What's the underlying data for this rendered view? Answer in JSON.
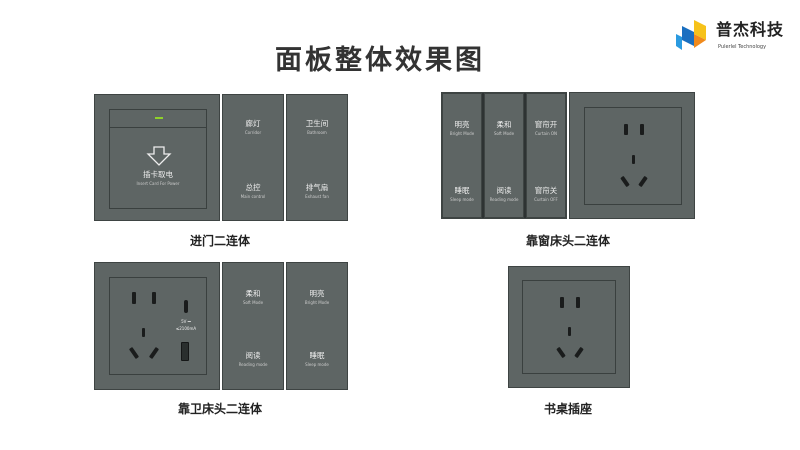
{
  "title": "面板整体效果图",
  "logo": {
    "name": "普杰科技",
    "subtitle": "Pulerlel Technology"
  },
  "panels": {
    "entry": {
      "caption": "进门二连体",
      "card": {
        "cn": "插卡取电",
        "en": "Insert Card For Power"
      },
      "keys": [
        {
          "cn": "廊灯",
          "en": "Corridor"
        },
        {
          "cn": "卫生间",
          "en": "Bathroom"
        },
        {
          "cn": "总控",
          "en": "Main control"
        },
        {
          "cn": "排气扇",
          "en": "Exhaust fan"
        }
      ]
    },
    "window_bedside": {
      "caption": "靠窗床头二连体",
      "keys": [
        {
          "cn": "明亮",
          "en": "Bright Mode"
        },
        {
          "cn": "柔和",
          "en": "Soft Mode"
        },
        {
          "cn": "窗帘开",
          "en": "Curtain ON"
        },
        {
          "cn": "睡眠",
          "en": "Sleep mode"
        },
        {
          "cn": "阅读",
          "en": "Reading mode"
        },
        {
          "cn": "窗帘关",
          "en": "Curtain OFF"
        }
      ]
    },
    "bath_bedside": {
      "caption": "靠卫床头二连体",
      "usb": {
        "line1": "5V ⎓",
        "line2": "≤2100mA"
      },
      "keys": [
        {
          "cn": "柔和",
          "en": "Soft Mode"
        },
        {
          "cn": "明亮",
          "en": "Bright Mode"
        },
        {
          "cn": "阅读",
          "en": "Reading mode"
        },
        {
          "cn": "睡眠",
          "en": "Sleep mode"
        }
      ]
    },
    "desk": {
      "caption": "书桌插座"
    }
  },
  "colors": {
    "panel": "#5e6564",
    "indicator": "#8fd12a"
  }
}
